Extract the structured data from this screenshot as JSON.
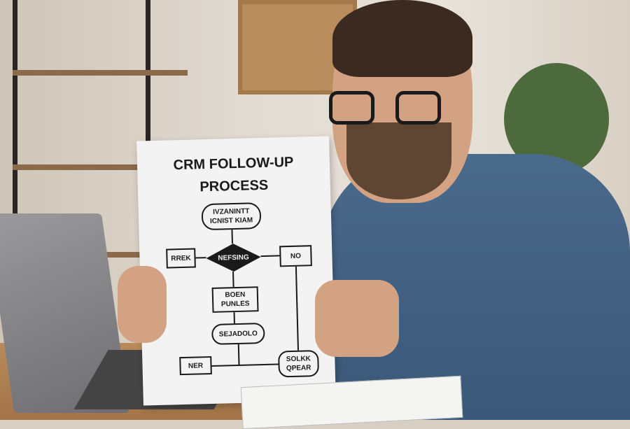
{
  "scene": {
    "description": "Man with glasses and denim shirt holding a printed flowchart next to a laptop",
    "colors": {
      "shirt": "#4a6a8c",
      "paper": "#f3f3f3",
      "desk": "#b88a5c",
      "wall": "#e2dbd2"
    }
  },
  "flowchart": {
    "title_line1": "CRM FOLLOW-UP",
    "title_line2": "PROCESS",
    "nodes": {
      "start": "IVZANINTT ICNIST KIAM",
      "decision": "NEFSING",
      "left": "RREK",
      "right": "NO",
      "process": "BOEN PUNLES",
      "schedule": "SEJADOLO",
      "bottom_left": "NER",
      "end": "SOLKK QPEAR"
    }
  }
}
